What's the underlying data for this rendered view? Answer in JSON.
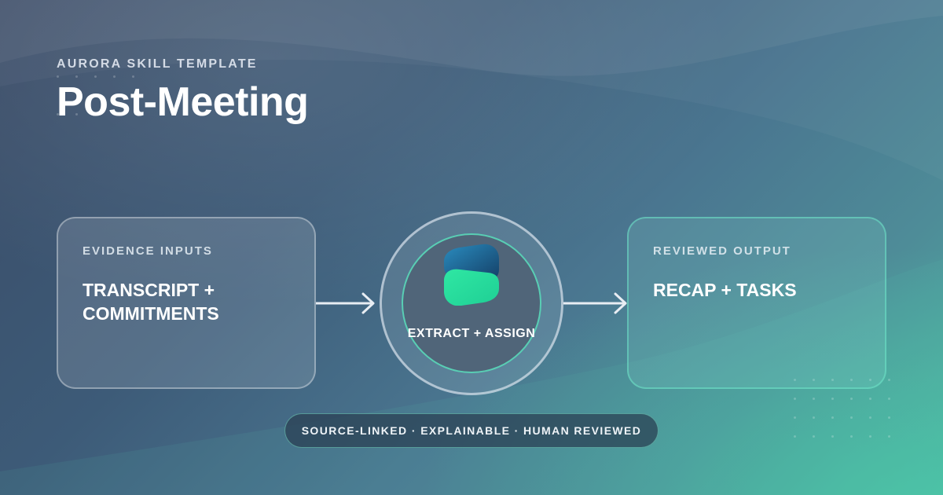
{
  "header": {
    "eyebrow": "AURORA SKILL TEMPLATE",
    "title": "Post-Meeting"
  },
  "flow": {
    "input": {
      "label": "EVIDENCE INPUTS",
      "value": "TRANSCRIPT +\nCOMMITMENTS"
    },
    "process": {
      "label": "EXTRACT + ASSIGN",
      "icon": "aurora-logo-icon"
    },
    "output": {
      "label": "REVIEWED OUTPUT",
      "value": "RECAP + TASKS"
    }
  },
  "footer": {
    "tagline": "SOURCE-LINKED · EXPLAINABLE · HUMAN REVIEWED"
  },
  "colors": {
    "accent": "#3ddfa2",
    "logo_top": "#1f6fa0",
    "logo_bottom": "#28e09a"
  }
}
